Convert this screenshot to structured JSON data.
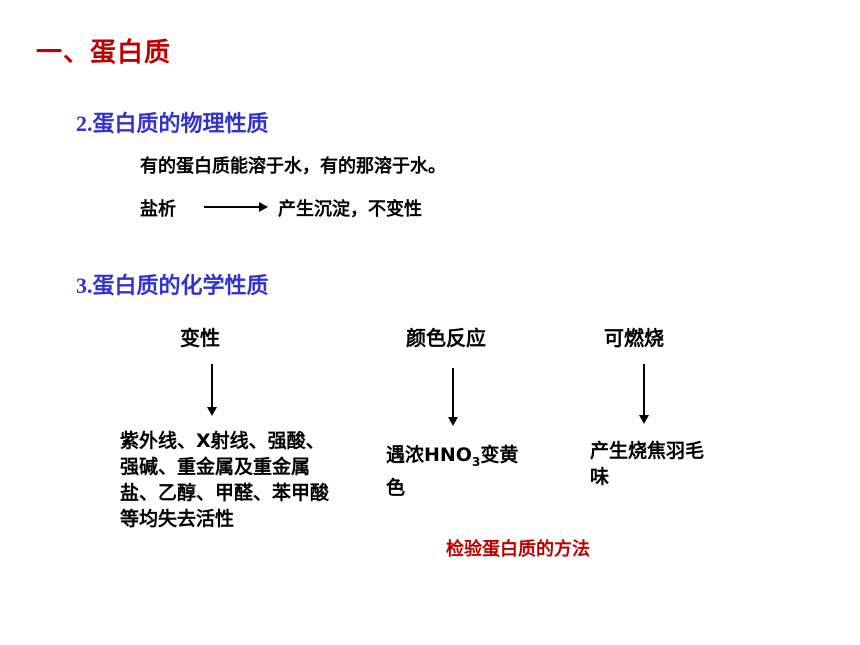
{
  "title": "一、蛋白质",
  "section2": {
    "num": "2.",
    "title": "蛋白质的物理性质",
    "line1": "有的蛋白质能溶于水，有的那溶于水。",
    "salting_label": "盐析",
    "salting_result": "产生沉淀，不变性"
  },
  "section3": {
    "num": "3.",
    "title": "蛋白质的化学性质",
    "branches": [
      {
        "label": "变性",
        "desc": "紫外线、X射线、强酸、强碱、重金属及重金属盐、乙醇、甲醛、苯甲酸等均失去活性"
      },
      {
        "label": "颜色反应",
        "desc_pre": "遇浓HNO",
        "desc_sub": "3",
        "desc_post": "变黄色"
      },
      {
        "label": "可燃烧",
        "desc": "产生烧焦羽毛味"
      }
    ],
    "note": "检验蛋白质的方法"
  }
}
